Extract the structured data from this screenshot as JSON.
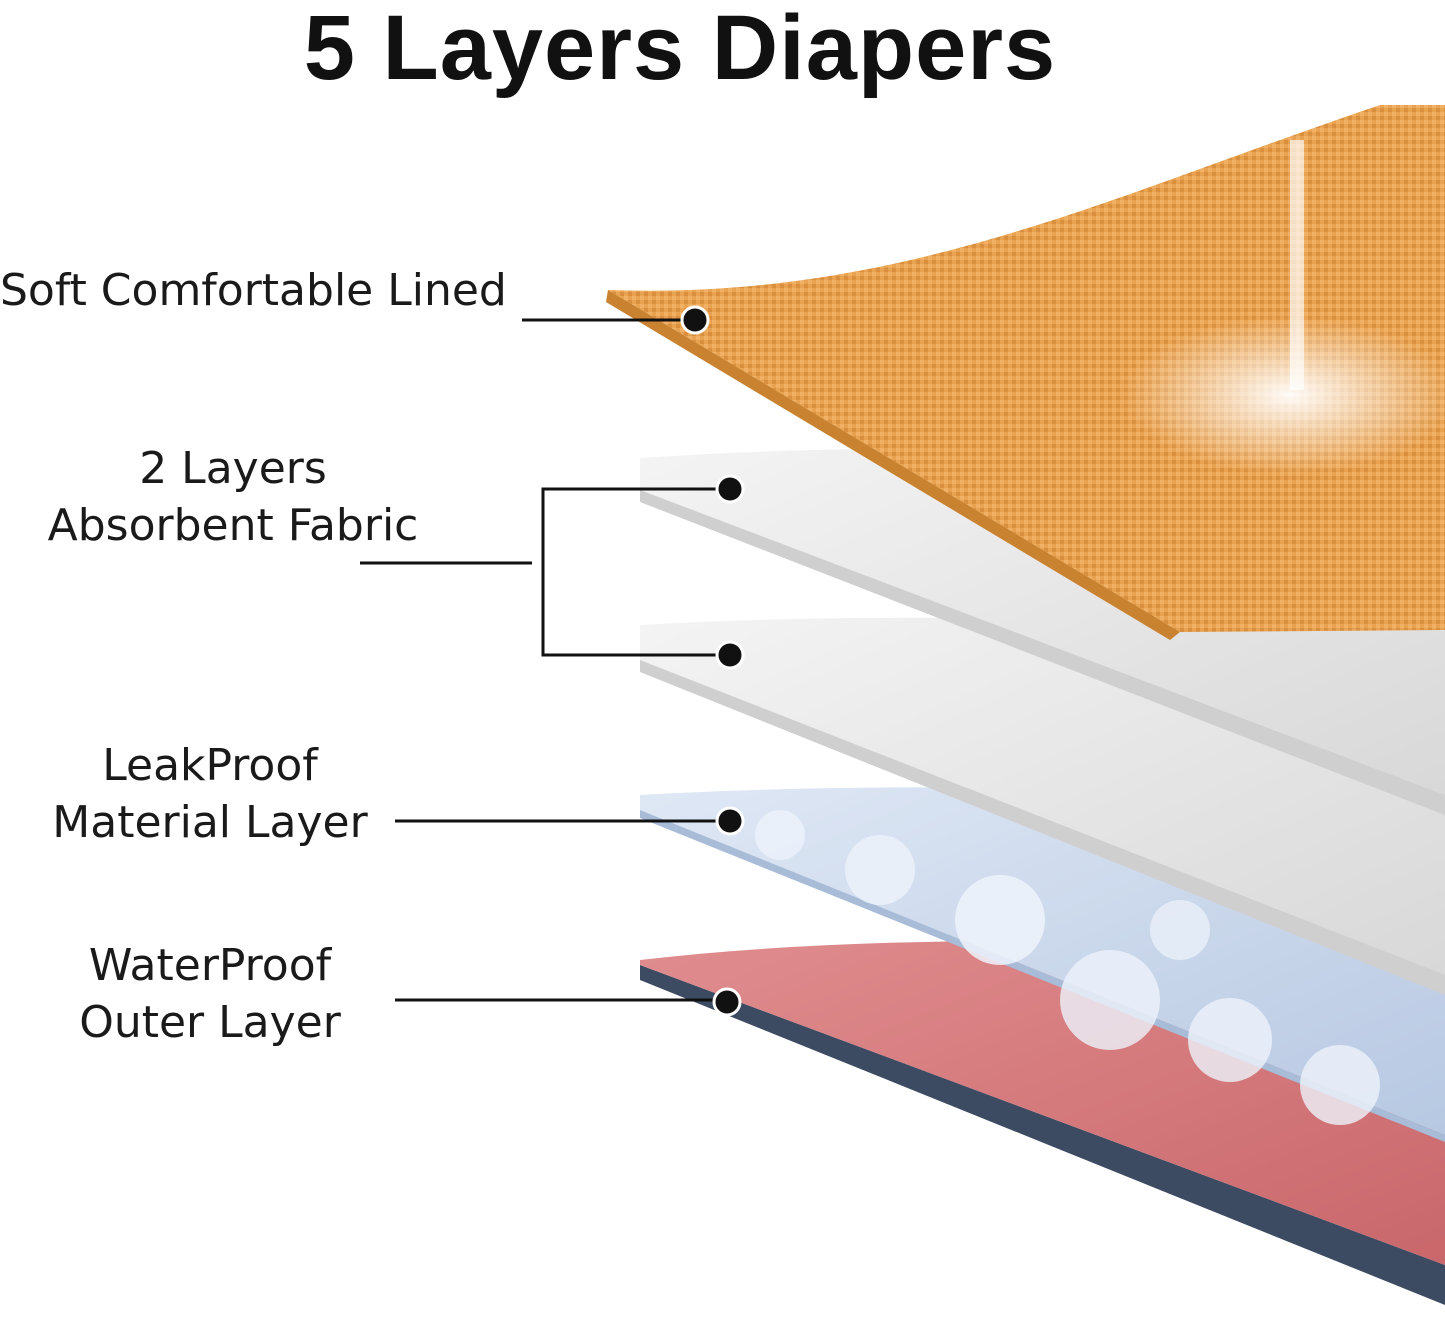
{
  "title": "5 Layers Diapers",
  "layers": {
    "soft": {
      "text": "Soft Comfortable Lined"
    },
    "absorbent": {
      "line1": "2 Layers",
      "line2": "Absorbent Fabric"
    },
    "leakproof": {
      "line1": "LeakProof",
      "line2": "Material Layer"
    },
    "waterproof": {
      "line1": "WaterProof",
      "line2": "Outer Layer"
    }
  },
  "colors": {
    "top_layer": "#e9a24f",
    "absorbent_layer": "#e4e4e4",
    "leakproof_layer": "#c9d8ec",
    "outer_layer": "#d27b7e",
    "outer_edge": "#3c4a62",
    "leader_line": "#111111"
  }
}
